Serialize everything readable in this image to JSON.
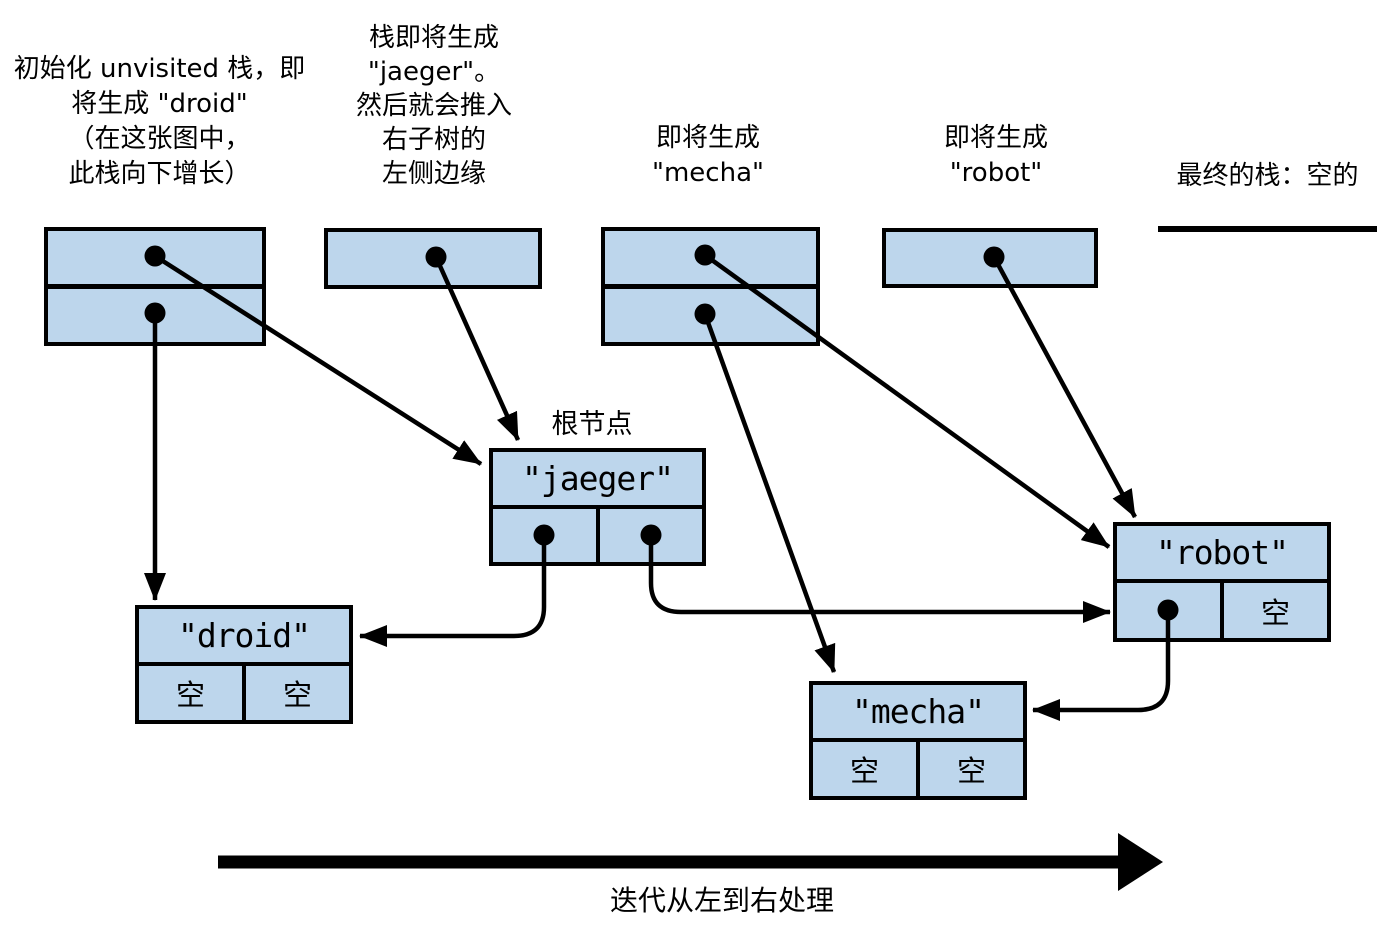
{
  "captions": {
    "stack1": {
      "lines": [
        "初始化 unvisited 栈，即",
        "将生成 \"droid\"",
        "（在这张图中，",
        "此栈向下增长）"
      ]
    },
    "stack2": {
      "lines": [
        "栈即将生成",
        "\"jaeger\"。",
        "然后就会推入",
        "右子树的",
        "左侧边缘"
      ]
    },
    "stack3": {
      "lines": [
        "即将生成",
        "\"mecha\""
      ]
    },
    "stack4": {
      "lines": [
        "即将生成",
        "\"robot\""
      ]
    },
    "final_stack": "最终的栈：空的",
    "root_node": "根节点",
    "bottom_arrow": "迭代从左到右处理"
  },
  "nodes": {
    "jaeger": {
      "title": "\"jaeger\""
    },
    "droid": {
      "title": "\"droid\"",
      "left": "空",
      "right": "空"
    },
    "mecha": {
      "title": "\"mecha\"",
      "left": "空",
      "right": "空"
    },
    "robot": {
      "title": "\"robot\"",
      "right": "空"
    }
  },
  "colors": {
    "node_fill": "#bdd6ec",
    "line": "#000000"
  }
}
